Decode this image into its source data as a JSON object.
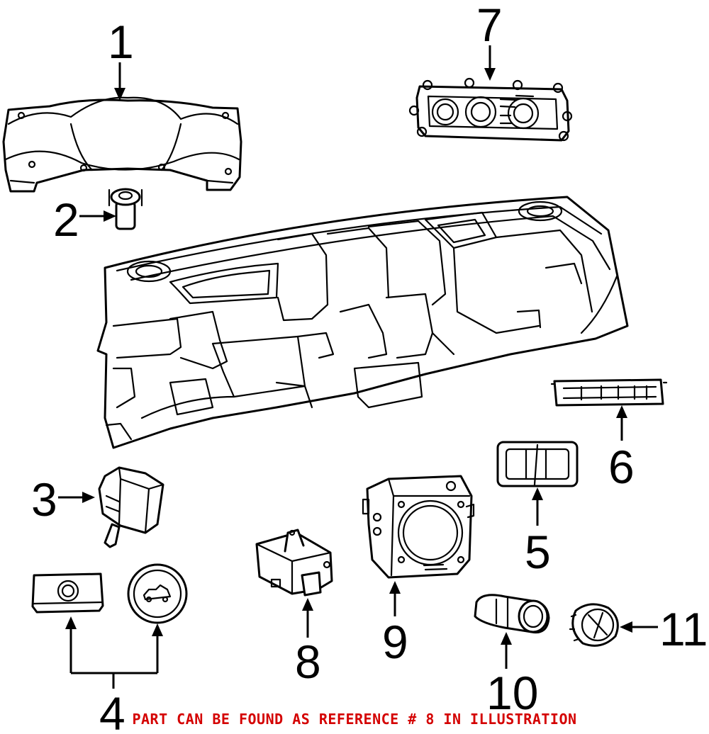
{
  "callouts": [
    "1",
    "2",
    "3",
    "4",
    "5",
    "6",
    "7",
    "8",
    "9",
    "10",
    "11"
  ],
  "banner": "PART CAN BE FOUND AS REFERENCE # 8 IN ILLUSTRATION",
  "colors": {
    "line": "#000000",
    "background": "#ffffff",
    "banner": "#d40000"
  }
}
